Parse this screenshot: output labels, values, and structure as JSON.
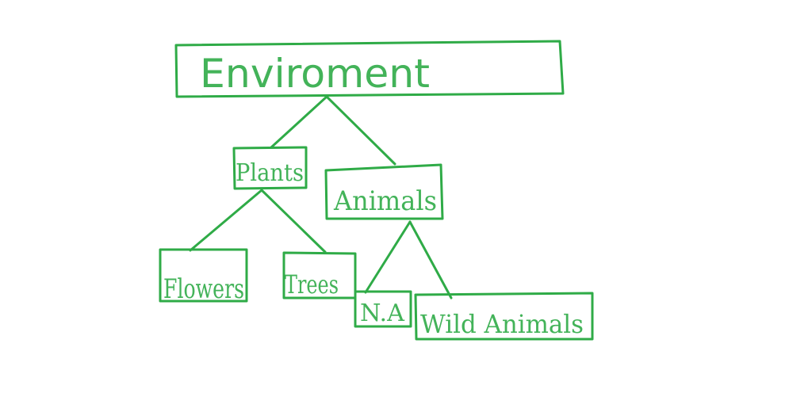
{
  "colors": {
    "stroke": "#2fab47",
    "text": "#2fab47",
    "background": "#ffffff"
  },
  "nodes": {
    "root": {
      "label": "Enviroment"
    },
    "plants": {
      "label": "Plants"
    },
    "animals": {
      "label": "Animals"
    },
    "flowers": {
      "label": "Flowers"
    },
    "trees": {
      "label": "Trees"
    },
    "na": {
      "label": "N.A"
    },
    "wild_animals": {
      "label": "Wild Animals"
    }
  },
  "edges": [
    {
      "from": "root",
      "to": "plants"
    },
    {
      "from": "root",
      "to": "animals"
    },
    {
      "from": "plants",
      "to": "flowers"
    },
    {
      "from": "plants",
      "to": "trees"
    },
    {
      "from": "animals",
      "to": "na"
    },
    {
      "from": "animals",
      "to": "wild_animals"
    }
  ]
}
